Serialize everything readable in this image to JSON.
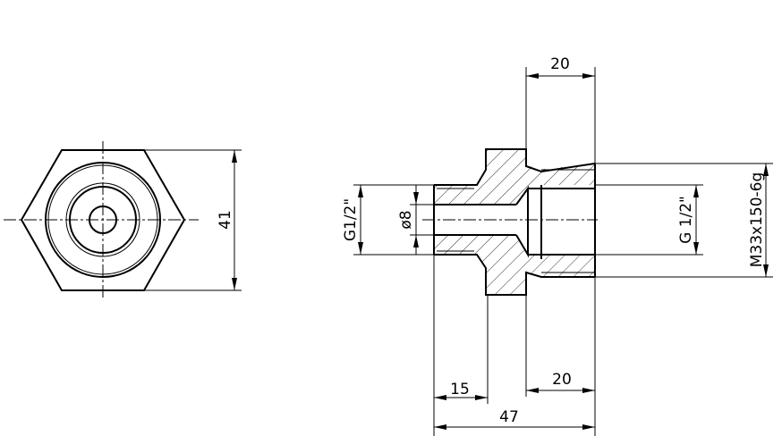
{
  "drawing": {
    "front_view": {
      "across_flats": "41"
    },
    "section_view": {
      "left_thread": "G1/2\"",
      "bore_diameter": "ø8",
      "right_thread": "G 1/2\"",
      "outer_thread": "M33x150-6g",
      "top_length": "20",
      "bottom_length": "20",
      "spigot_length": "15",
      "overall_length": "47"
    }
  },
  "colors": {
    "line": "#000000",
    "background": "#ffffff"
  }
}
